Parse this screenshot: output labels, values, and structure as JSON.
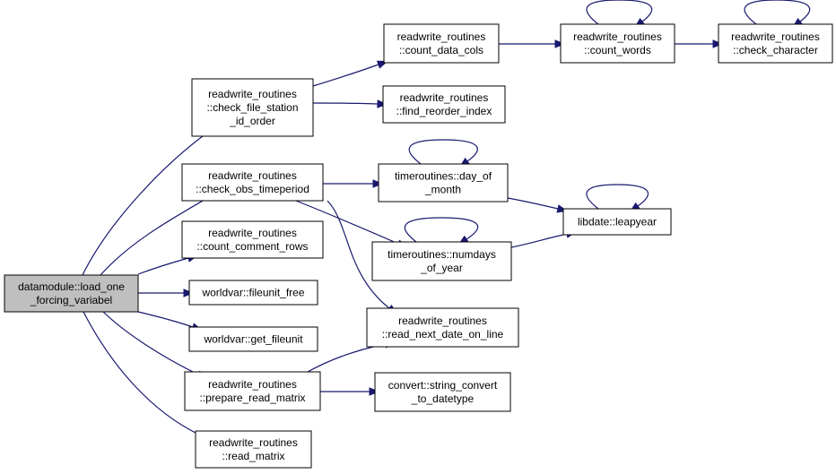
{
  "nodes": [
    {
      "id": "load_one",
      "lines": [
        "datamodule::load_one",
        "_forcing_variabel"
      ],
      "root": true
    },
    {
      "id": "check_file",
      "lines": [
        "readwrite_routines",
        "::check_file_station",
        "_id_order"
      ]
    },
    {
      "id": "check_obs",
      "lines": [
        "readwrite_routines",
        "::check_obs_timeperiod"
      ]
    },
    {
      "id": "count_comment",
      "lines": [
        "readwrite_routines",
        "::count_comment_rows"
      ]
    },
    {
      "id": "fileunit_free",
      "lines": [
        "worldvar::fileunit_free"
      ]
    },
    {
      "id": "get_fileunit",
      "lines": [
        "worldvar::get_fileunit"
      ]
    },
    {
      "id": "prepare_read",
      "lines": [
        "readwrite_routines",
        "::prepare_read_matrix"
      ]
    },
    {
      "id": "read_matrix",
      "lines": [
        "readwrite_routines",
        "::read_matrix"
      ]
    },
    {
      "id": "count_data_cols",
      "lines": [
        "readwrite_routines",
        "::count_data_cols"
      ]
    },
    {
      "id": "find_reorder",
      "lines": [
        "readwrite_routines",
        "::find_reorder_index"
      ]
    },
    {
      "id": "day_of_month",
      "lines": [
        "timeroutines::day_of",
        "_month"
      ]
    },
    {
      "id": "numdays",
      "lines": [
        "timeroutines::numdays",
        "_of_year"
      ]
    },
    {
      "id": "read_next_date",
      "lines": [
        "readwrite_routines",
        "::read_next_date_on_line"
      ]
    },
    {
      "id": "string_convert",
      "lines": [
        "convert::string_convert",
        "_to_datetype"
      ]
    },
    {
      "id": "count_words",
      "lines": [
        "readwrite_routines",
        "::count_words"
      ]
    },
    {
      "id": "check_character",
      "lines": [
        "readwrite_routines",
        "::check_character"
      ]
    },
    {
      "id": "leapyear",
      "lines": [
        "libdate::leapyear"
      ]
    }
  ],
  "edges": [
    {
      "from": "load_one",
      "to": "check_file"
    },
    {
      "from": "load_one",
      "to": "check_obs"
    },
    {
      "from": "load_one",
      "to": "count_comment"
    },
    {
      "from": "load_one",
      "to": "fileunit_free"
    },
    {
      "from": "load_one",
      "to": "get_fileunit"
    },
    {
      "from": "load_one",
      "to": "prepare_read"
    },
    {
      "from": "load_one",
      "to": "read_matrix"
    },
    {
      "from": "check_file",
      "to": "count_data_cols"
    },
    {
      "from": "check_file",
      "to": "find_reorder"
    },
    {
      "from": "count_data_cols",
      "to": "count_words"
    },
    {
      "from": "count_words",
      "to": "check_character"
    },
    {
      "from": "count_words",
      "to": "count_words"
    },
    {
      "from": "check_character",
      "to": "check_character"
    },
    {
      "from": "check_obs",
      "to": "day_of_month"
    },
    {
      "from": "check_obs",
      "to": "numdays"
    },
    {
      "from": "check_obs",
      "to": "read_next_date"
    },
    {
      "from": "day_of_month",
      "to": "day_of_month"
    },
    {
      "from": "day_of_month",
      "to": "leapyear"
    },
    {
      "from": "numdays",
      "to": "numdays"
    },
    {
      "from": "numdays",
      "to": "leapyear"
    },
    {
      "from": "leapyear",
      "to": "leapyear"
    },
    {
      "from": "prepare_read",
      "to": "read_next_date"
    },
    {
      "from": "prepare_read",
      "to": "string_convert"
    }
  ]
}
